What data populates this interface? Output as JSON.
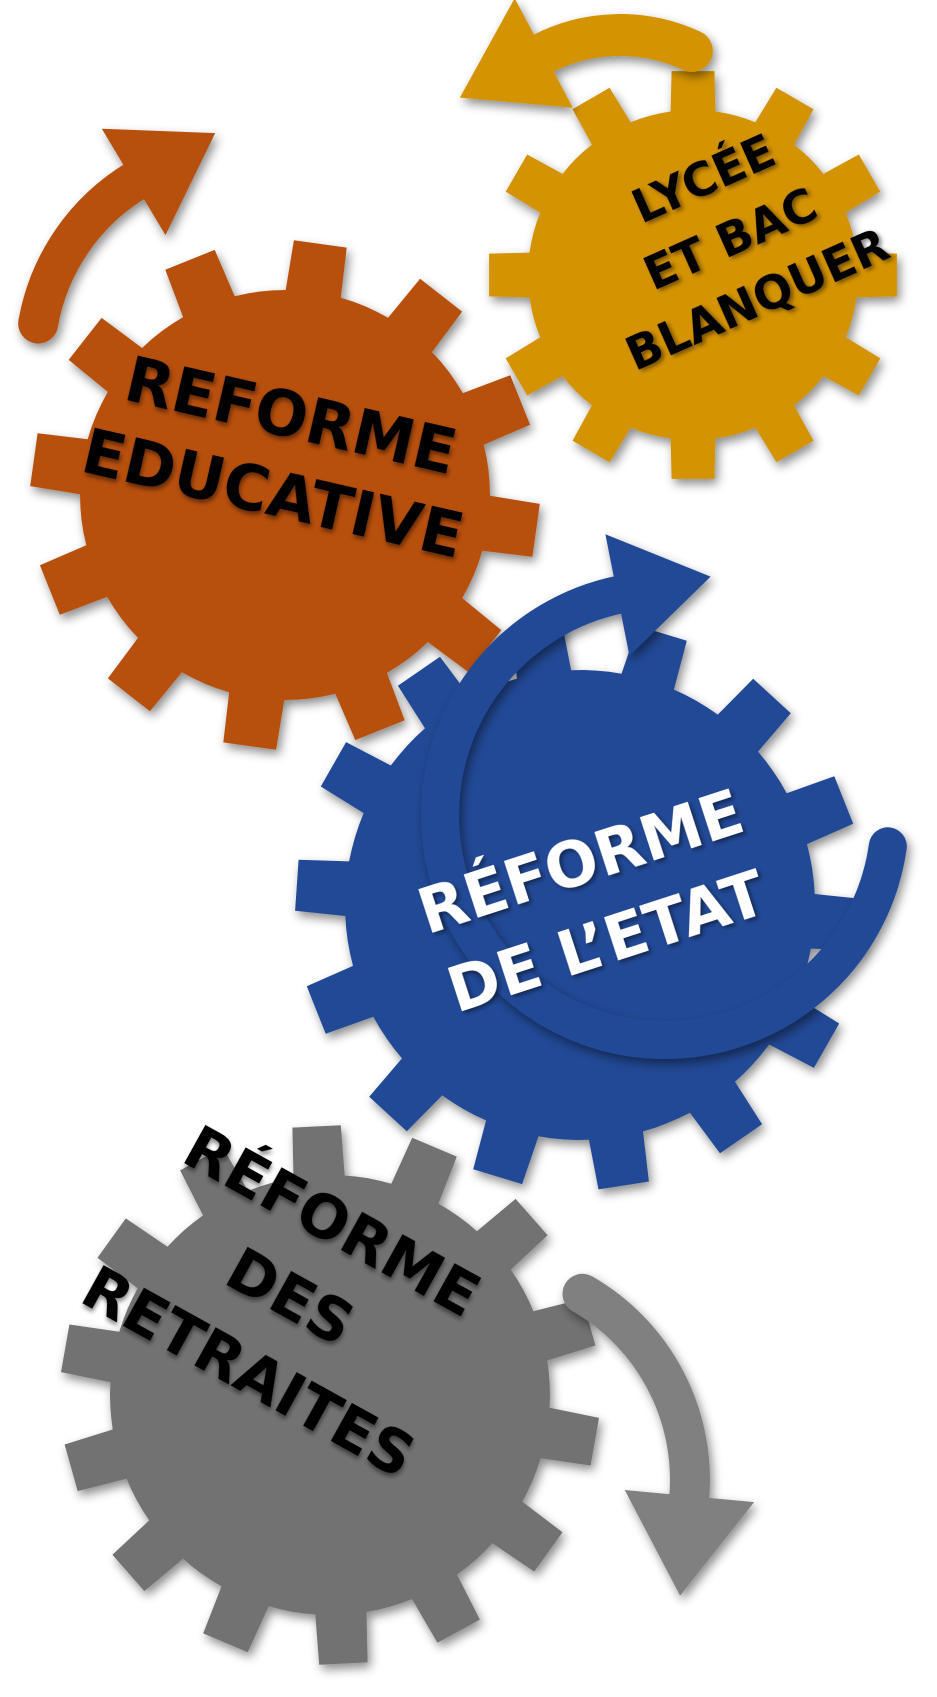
{
  "colors": {
    "orange": "#B7500C",
    "yellow": "#D49300",
    "blue": "#204A96",
    "gray": "#727272",
    "gray_arrow": "#808080",
    "text_dark": "#000000",
    "text_light": "#ffffff"
  },
  "gears": [
    {
      "id": "educative",
      "color_key": "orange",
      "text_color_key": "text_dark",
      "lines": [
        "REFORME",
        "EDUCATIVE"
      ]
    },
    {
      "id": "lycee",
      "color_key": "yellow",
      "text_color_key": "text_dark",
      "lines": [
        "LYCÉE",
        "ET BAC",
        "BLANQUER"
      ]
    },
    {
      "id": "etat",
      "color_key": "blue",
      "text_color_key": "text_light",
      "lines": [
        "RÉFORME",
        "DE L’ETAT"
      ]
    },
    {
      "id": "retraites",
      "color_key": "gray",
      "text_color_key": "text_dark",
      "lines": [
        "RÉFORME",
        "DES",
        "RETRAITES"
      ]
    }
  ],
  "arrows": [
    {
      "id": "educative",
      "color_key": "orange",
      "icon": "curved-arrow-clockwise"
    },
    {
      "id": "lycee",
      "color_key": "yellow",
      "icon": "curved-arrow-counterclockwise"
    },
    {
      "id": "etat",
      "color_key": "blue",
      "icon": "curved-arrow-counterclockwise"
    },
    {
      "id": "retraites",
      "color_key": "gray_arrow",
      "icon": "curved-arrow-clockwise"
    }
  ]
}
